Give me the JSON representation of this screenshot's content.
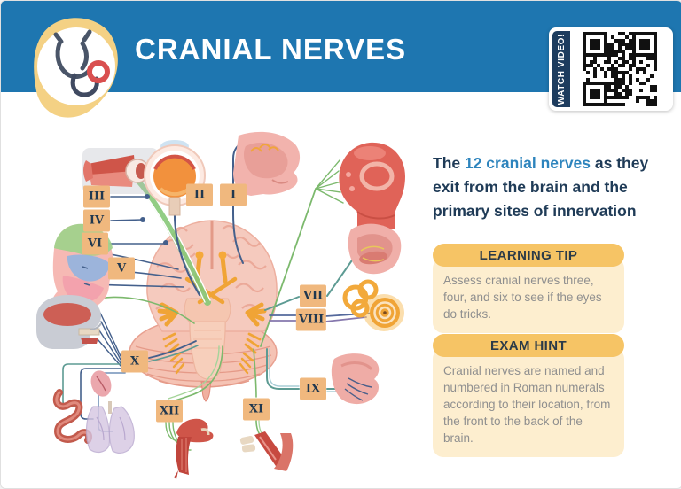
{
  "header": {
    "title": "CRANIAL NERVES",
    "watch_video_label": "WATCH VIDEO!"
  },
  "icons": {
    "logo": "stethoscope-icon",
    "qr": "qr-code-icon"
  },
  "intro": {
    "pre": "The ",
    "highlight": "12 cranial nerves",
    "post": " as they exit from the brain and the primary sites of innervation"
  },
  "learning_tip": {
    "title": "LEARNING TIP",
    "body": "Assess cranial nerves three, four, and six to see if the eyes do tricks."
  },
  "exam_hint": {
    "title": "EXAM HINT",
    "body": "Cranial nerves are named and numbered in Roman numerals according to their location, from the front to the back of the brain."
  },
  "diagram": {
    "labels": [
      "III",
      "IV",
      "VI",
      "II",
      "I",
      "V",
      "VII",
      "VIII",
      "X",
      "IX",
      "XII",
      "XI"
    ]
  },
  "colors": {
    "header_blue": "#1e76b0",
    "label_tan": "#f0b87e",
    "pill_orange": "#f6c465",
    "box_cream": "#fdeecf",
    "navy_text": "#1f3b57",
    "accent_blue": "#2d84bd",
    "nerve_green": "#7cb96d",
    "nerve_navy": "#44608c",
    "nerve_teal": "#5d9b93",
    "anatomy_orange": "#f0a436"
  }
}
